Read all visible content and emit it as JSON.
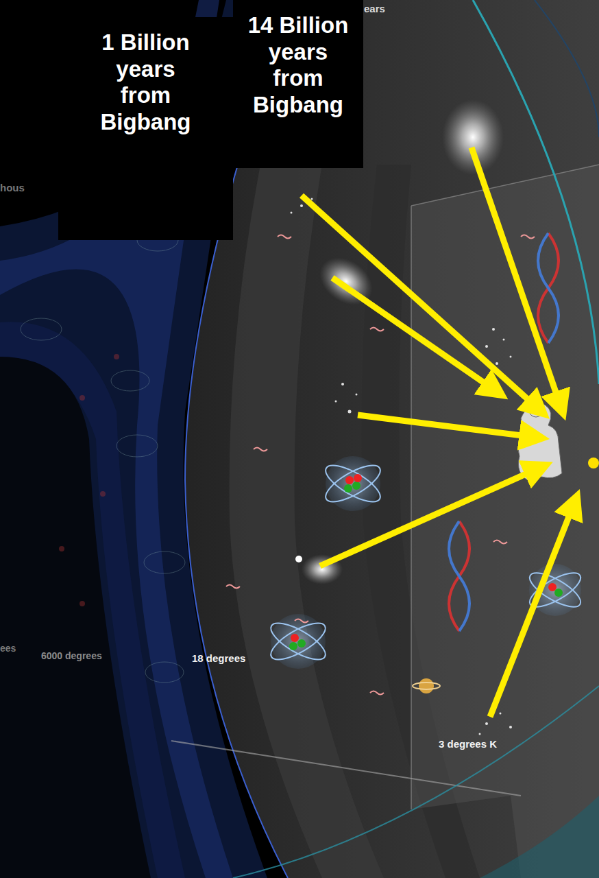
{
  "diagram": {
    "nodes": [
      {
        "text": [
          "1 Billion years from Bigbang"
        ]
      },
      {
        "text": [
          "14 Billion years from Bigbang"
        ]
      }
    ],
    "labels": [
      "hous",
      "ears",
      "ees",
      "6000 degrees",
      "18 degrees",
      "3 degrees K"
    ]
  }
}
